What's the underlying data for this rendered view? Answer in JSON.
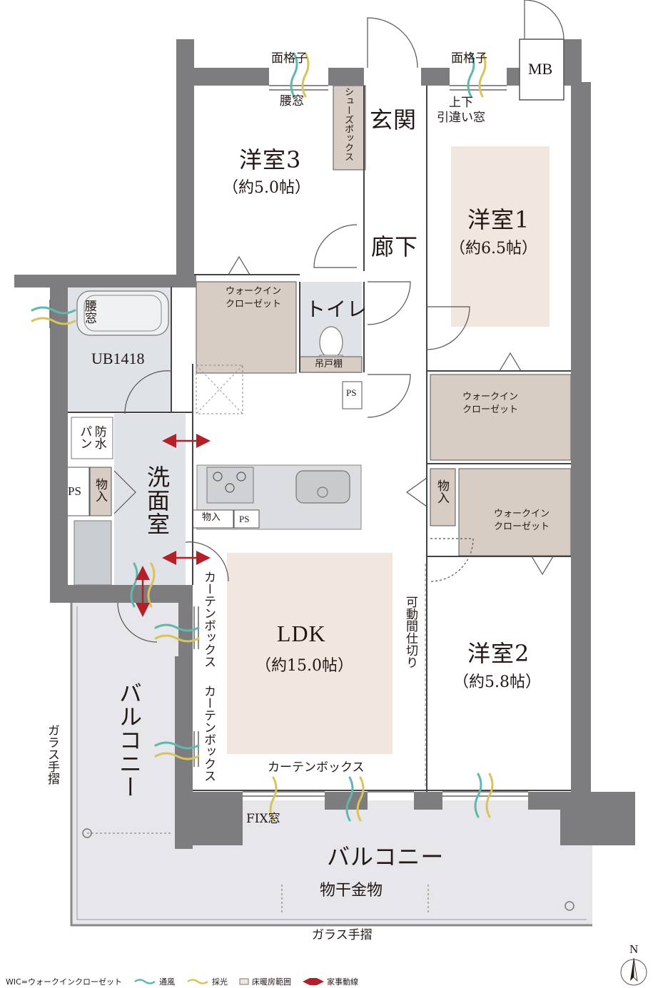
{
  "rooms": {
    "western3": {
      "name": "洋室3",
      "size": "（約5.0帖）"
    },
    "western1": {
      "name": "洋室1",
      "size": "（約6.5帖）"
    },
    "western2": {
      "name": "洋室2",
      "size": "（約5.8帖）"
    },
    "ldk": {
      "name": "LDK",
      "size": "（約15.0帖）"
    },
    "entrance": "玄関",
    "hallway": "廊下",
    "toilet": "トイレ",
    "washroom": "洗面室",
    "bath": "UB1418",
    "balcony_side": "バルコニー",
    "balcony_main": "バルコニー",
    "mb": "MB"
  },
  "labels": {
    "lattice_left": "面格子",
    "lattice_right": "面格子",
    "waist_window_top": "腰窓",
    "waist_window_bath": "腰窓",
    "slide_window": "上下\n引違い窓",
    "shoe_box": "シューズボックス",
    "wic_top": "ウォークイン\nクローゼット",
    "wic_right_upper": "ウォークイン\nクローゼット",
    "wic_right_lower": "ウォークイン\nクローゼット",
    "hanging_shelf": "吊戸棚",
    "ps_toilet": "PS",
    "ps_left": "PS",
    "ps_kitchen": "PS",
    "storage_kitchen": "物入",
    "storage_wash": "物入",
    "storage_right": "物入",
    "waterproof_pan": "防水\nパン",
    "curtain_box_1": "カーテンボックス",
    "curtain_box_2": "カーテンボックス",
    "curtain_box_3": "カーテンボックス",
    "movable_partition": "可動間仕切り",
    "fix_window": "FIX窓",
    "laundry_hanger": "物干金物",
    "glass_rail_left": "ガラス手摺",
    "glass_rail_bottom": "ガラス手摺",
    "north": "N"
  },
  "legend": {
    "abbr": "WIC=ウォークインクローゼット",
    "ventilation": "通風",
    "daylight": "採光",
    "floor_heating": "床暖房範囲",
    "housework_line": "家事動線"
  },
  "colors": {
    "wall": "#7d7d7f",
    "closet": "#d7cdc4",
    "floor_heating": "#f2e6e0",
    "wet_area": "#dfe3e7",
    "balcony": "#e6e6eb",
    "ventilation": "#5fb8ad",
    "daylight": "#d9c35a",
    "housework_arrow": "#b3202a"
  }
}
